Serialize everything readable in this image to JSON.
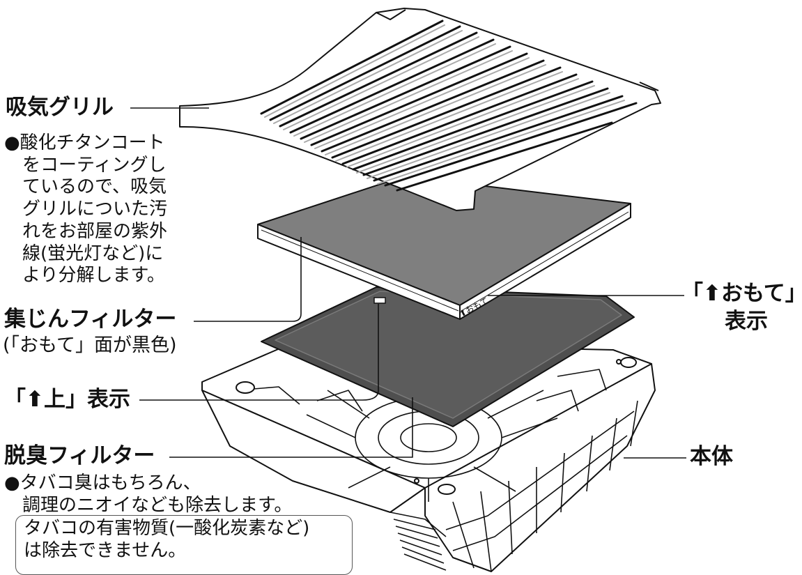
{
  "labels": {
    "grille": "吸気グリル",
    "grille_desc": [
      "●酸化チタンコート",
      "をコーティングし",
      "ているので、吸気",
      "グリルについた汚",
      "れをお部屋の紫外",
      "線(蛍光灯など)に",
      "より分解します。"
    ],
    "dust_filter": "集じんフィルター",
    "dust_filter_sub": "(「おもて」面が黒色)",
    "up_mark": "「⬆上」表示",
    "deo_filter": "脱臭フィルター",
    "deo_desc": [
      "●タバコ臭はもちろん、",
      "調理のニオイなども除去します。"
    ],
    "note": [
      "タバコの有害物質(一酸化炭素など)",
      "は除去できません。"
    ],
    "front_mark": [
      "「⬆おもて」",
      "表示"
    ],
    "body": "本体",
    "filter_stamp": "⬆おもて"
  },
  "colors": {
    "filter_dark": "#7f7f7f",
    "filter_darker": "#5f5f5f",
    "line": "#111111"
  }
}
